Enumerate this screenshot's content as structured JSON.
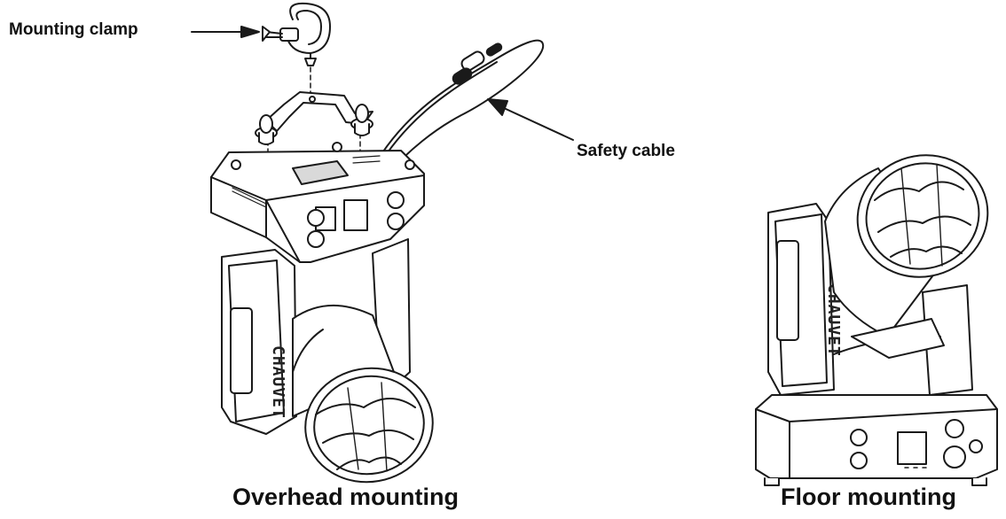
{
  "labels": {
    "mounting_clamp": "Mounting clamp",
    "safety_cable": "Safety cable",
    "overhead_mounting": "Overhead mounting",
    "floor_mounting": "Floor mounting",
    "brand_overhead": "CHAUVET",
    "brand_floor": "CHAUVET"
  },
  "colors": {
    "line": "#1a1a1a",
    "fill": "#ffffff",
    "shade": "#d9d9d9"
  }
}
